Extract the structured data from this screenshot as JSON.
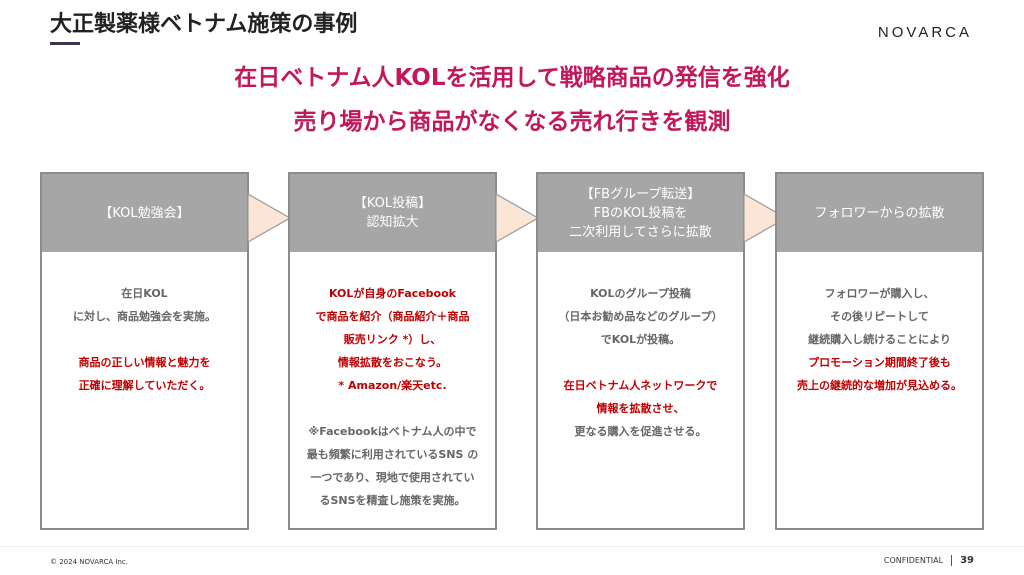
{
  "title": "大正製薬様ベトナム施策の事例",
  "logo": "NOVARCA",
  "headline": [
    "在日ベトナム人KOLを活用して戦略商品の発信を強化",
    "売り場から商品がなくなる売れ行きを観測"
  ],
  "steps": [
    {
      "header": [
        "【KOL勉強会】"
      ],
      "body": [
        {
          "t": "在日KOL",
          "c": "g"
        },
        {
          "t": "に対し、商品勉強会を実施。",
          "c": "g"
        },
        {
          "t": "",
          "c": "gap"
        },
        {
          "t": "商品の正しい情報と魅力を",
          "c": "r"
        },
        {
          "t": "正確に理解していただく。",
          "c": "r"
        }
      ]
    },
    {
      "header": [
        "【KOL投稿】",
        "認知拡大"
      ],
      "body": [
        {
          "t": "KOLが自身のFacebook",
          "c": "r"
        },
        {
          "t": "で商品を紹介（商品紹介＋商品",
          "c": "r"
        },
        {
          "t": "販売リンク *）し、",
          "c": "r"
        },
        {
          "t": "情報拡散をおこなう。",
          "c": "r"
        },
        {
          "t": "* Amazon/楽天etc.",
          "c": "r"
        },
        {
          "t": "",
          "c": "gap"
        },
        {
          "t": "※Facebookはベトナム人の中で",
          "c": "g"
        },
        {
          "t": "最も頻繁に利用されているSNS の",
          "c": "g"
        },
        {
          "t": "一つであり、現地で使用されてい",
          "c": "g"
        },
        {
          "t": "るSNSを精査し施策を実施。",
          "c": "g"
        }
      ]
    },
    {
      "header": [
        "【FBグループ転送】",
        "FBのKOL投稿を",
        "二次利用してさらに拡散"
      ],
      "body": [
        {
          "t": "KOLのグループ投稿",
          "c": "g"
        },
        {
          "t": "（日本お勧め品などのグループ）",
          "c": "g"
        },
        {
          "t": "でKOLが投稿。",
          "c": "g"
        },
        {
          "t": "",
          "c": "gap"
        },
        {
          "t": "在日ベトナム人ネットワークで",
          "c": "r"
        },
        {
          "t": "情報を拡散させ、",
          "c": "r"
        },
        {
          "t": "更なる購入を促進させる。",
          "c": "g"
        }
      ]
    },
    {
      "header": [
        "フォロワーからの拡散"
      ],
      "body": [
        {
          "t": "フォロワーが購入し、",
          "c": "g"
        },
        {
          "t": "その後リピートして",
          "c": "g"
        },
        {
          "t": "継続購入し続けることにより",
          "c": "g"
        },
        {
          "t": "プロモーション期間終了後も",
          "c": "r"
        },
        {
          "t": "売上の継続的な増加が見込める。",
          "c": "r"
        }
      ]
    }
  ],
  "footer": {
    "copyright": "© 2024 NOVARCA Inc.",
    "confidential": "CONFIDENTIAL",
    "page": "39"
  }
}
